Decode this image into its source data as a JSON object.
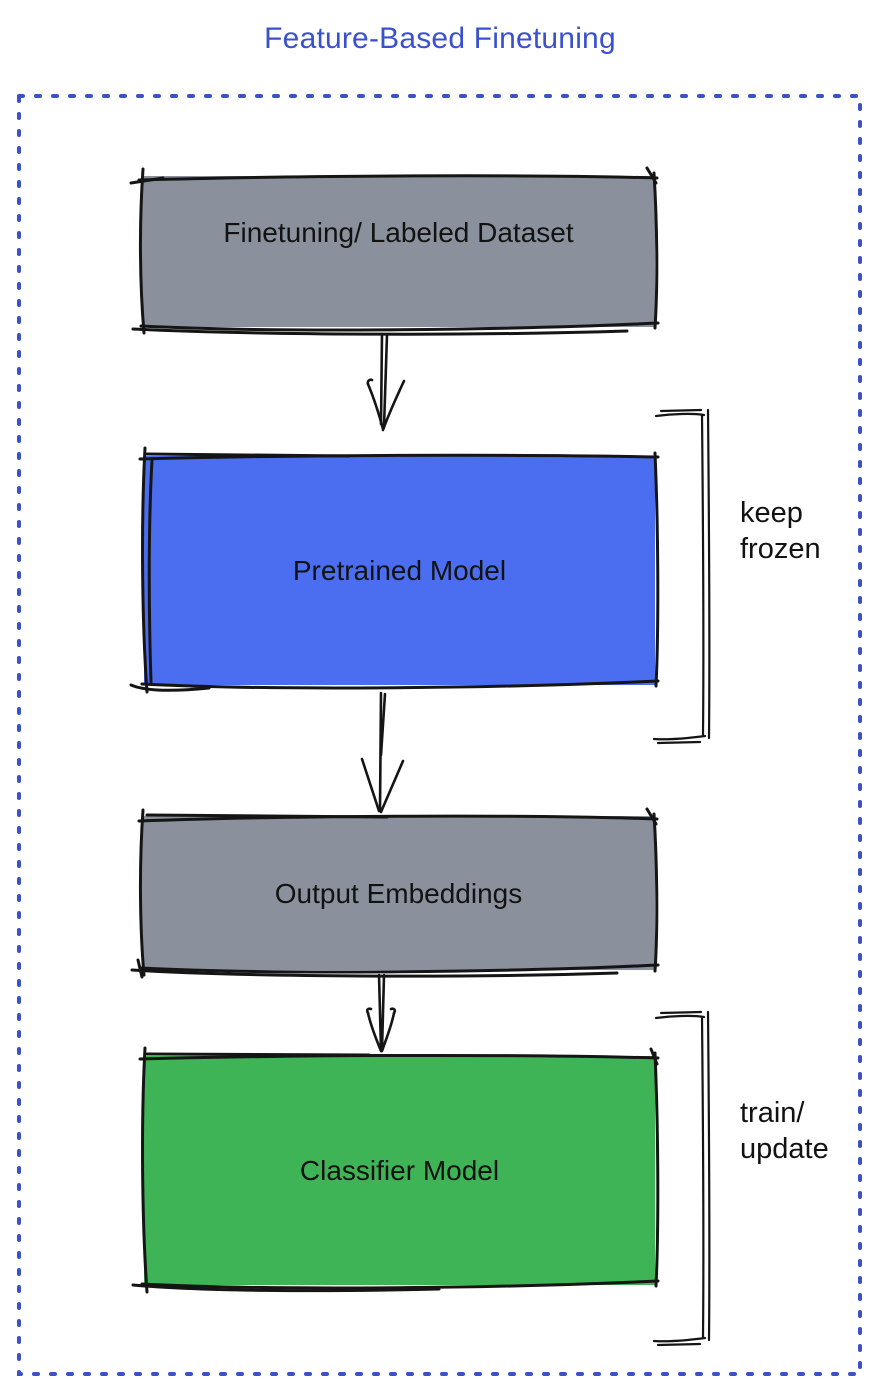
{
  "title": {
    "text": "Feature-Based Finetuning"
  },
  "colors": {
    "title-blue": "#3b50ce",
    "frame-blue": "#3c51c6",
    "box-gray": "#8a919c",
    "box-blue": "#4b6ef0",
    "box-green": "#3fb457",
    "ink": "#151515"
  },
  "nodes": [
    {
      "id": "finetuning-dataset",
      "label": "Finetuning/ Labeled Dataset",
      "fill": "gray"
    },
    {
      "id": "pretrained-model",
      "label": "Pretrained Model",
      "fill": "blue"
    },
    {
      "id": "output-embeddings",
      "label": "Output Embeddings",
      "fill": "gray"
    },
    {
      "id": "classifier-model",
      "label": "Classifier Model",
      "fill": "green"
    }
  ],
  "annotations": [
    {
      "id": "keep-frozen",
      "text": "keep\nfrozen",
      "target": "pretrained-model"
    },
    {
      "id": "train-update",
      "text": "train/\nupdate",
      "target": "classifier-model"
    }
  ],
  "icons": {
    "flow_arrow": "arrow-down-icon",
    "scope_bracket": "bracket-right-icon"
  }
}
